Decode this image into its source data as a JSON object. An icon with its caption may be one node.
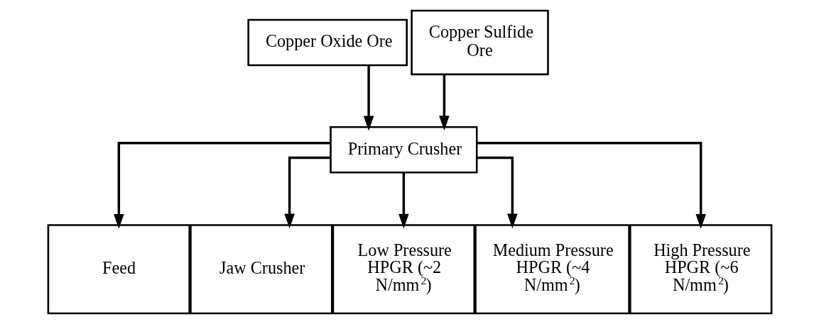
{
  "diagram": {
    "nodes": [
      {
        "text": [
          "Copper Oxide Ore"
        ]
      },
      {
        "text": [
          "Copper Sulfide Ore"
        ]
      },
      {
        "text": [
          "Primary Crusher"
        ]
      },
      {
        "text": [
          "Feed"
        ]
      },
      {
        "text": [
          "Jaw Crusher"
        ]
      },
      {
        "text": [
          "Low Pressure HPGR (~2 N/mm$^{2}$)"
        ]
      },
      {
        "text": [
          "Medium Pressure HPGR (~4 N/mm$^{2}$)"
        ]
      },
      {
        "text": [
          "High Pressure HPGR (~6 N/mm$^{2}$)"
        ]
      }
    ],
    "edges": [
      {
        "from": 0,
        "to": 2,
        "arrow": "to"
      },
      {
        "from": 1,
        "to": 2,
        "arrow": "to"
      },
      {
        "from": 2,
        "to": 3,
        "arrow": "to"
      },
      {
        "from": 2,
        "to": 4,
        "arrow": "to"
      },
      {
        "from": 2,
        "to": 5,
        "arrow": "to"
      },
      {
        "from": 2,
        "to": 6,
        "arrow": "to"
      },
      {
        "from": 2,
        "to": 7,
        "arrow": "to"
      }
    ]
  }
}
